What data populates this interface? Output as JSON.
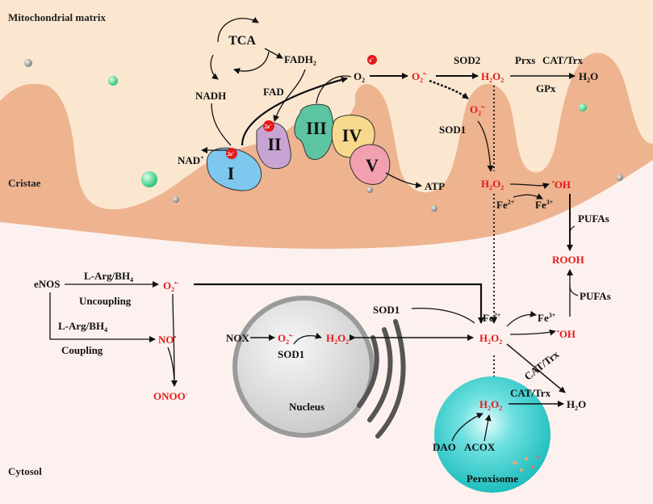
{
  "regions": {
    "matrix": "Mitochondrial matrix",
    "cristae": "Cristae",
    "cytosol": "Cytosol",
    "nucleus": "Nucleus",
    "peroxisome": "Peroxisome"
  },
  "complexes": [
    "I",
    "II",
    "III",
    "IV",
    "V"
  ],
  "electron": {
    "symbol": "e",
    "sup": "-",
    "pair": "2e",
    "pair_sup": "-"
  },
  "tca": {
    "tca": "TCA",
    "fadh2_base": "FADH",
    "fadh2_sub": "2",
    "fad": "FAD",
    "nadh": "NADH",
    "nad_base": "NAD",
    "nad_sup": "+",
    "atp": "ATP"
  },
  "species": {
    "o2_base": "O",
    "o2_sub": "2",
    "superoxide_base": "O",
    "superoxide_sub": "2",
    "superoxide_sup": "•-",
    "h2o2_base": "H",
    "h2o2_sub1": "2",
    "h2o2_mid": "O",
    "h2o2_sub2": "2",
    "h2o_base": "H",
    "h2o_sub": "2",
    "h2o_end": "O",
    "oh_dot": "•",
    "oh": "OH",
    "rooh": "ROOH",
    "no_base": "NO",
    "no_sup": "•",
    "onoo_base": "ONOO",
    "onoo_sup": "-",
    "fe2_base": "Fe",
    "fe2_sup": "2+",
    "fe3_base": "Fe",
    "fe3_sup": "3+"
  },
  "enzymes": {
    "sod2": "SOD2",
    "sod1": "SOD1",
    "prxs": "Prxs",
    "cat_trx": "CAT/Trx",
    "gpx": "GPx",
    "pufas": "PUFAs",
    "enos": "eNOS",
    "larg_base": "L-Arg/BH",
    "larg_sub": "4",
    "uncoupling": "Uncoupling",
    "coupling": "Coupling",
    "nox": "NOX",
    "dao": "DAO",
    "acox": "ACOX"
  },
  "colors": {
    "cell_bg": "#fcf1ee",
    "matrix": "#fbe7d0",
    "cristae": "#eeb38f",
    "complex_I": "#7ec8ef",
    "complex_II": "#c8a4d4",
    "complex_III": "#5cc4a0",
    "complex_IV": "#f7d88d",
    "complex_V": "#f2a0b0",
    "nucleus": "#d9d9d9",
    "peroxisome": "#22c6c6",
    "ros_red": "#e31b1b"
  }
}
